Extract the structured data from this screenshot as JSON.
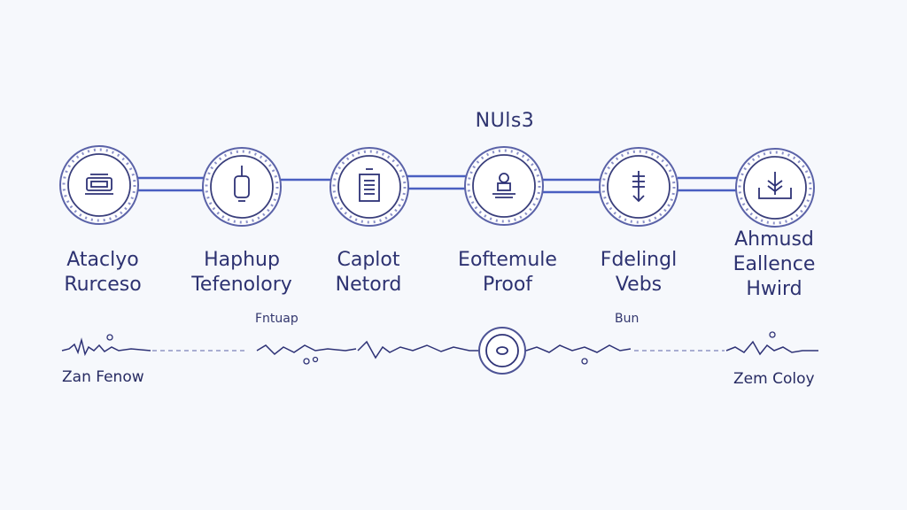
{
  "diagram": {
    "title": "NUls3",
    "nodes": [
      {
        "label": "Ataclyo\nRurceso",
        "icon": "machine-icon"
      },
      {
        "label": "Haphup\nTefenolory",
        "icon": "jar-icon"
      },
      {
        "label": "Caplot\nNetord",
        "icon": "document-icon"
      },
      {
        "label": "Eoftemule\nProof",
        "icon": "pedestal-icon"
      },
      {
        "label": "Fdelingl\nVebs",
        "icon": "arrow-feather-icon"
      },
      {
        "label": "Ahmusd\nEallence\nHwird",
        "icon": "plant-tray-icon"
      }
    ],
    "lower": {
      "left_label": "Zan Fenow",
      "right_label": "Zem Coloy",
      "mid_left_label": "Fntuap",
      "mid_right_label": "Bun",
      "center_icon": "target-icon"
    },
    "colors": {
      "line": "#4a5fc1",
      "ink": "#2e3276",
      "ring": "#5b63a8"
    }
  }
}
